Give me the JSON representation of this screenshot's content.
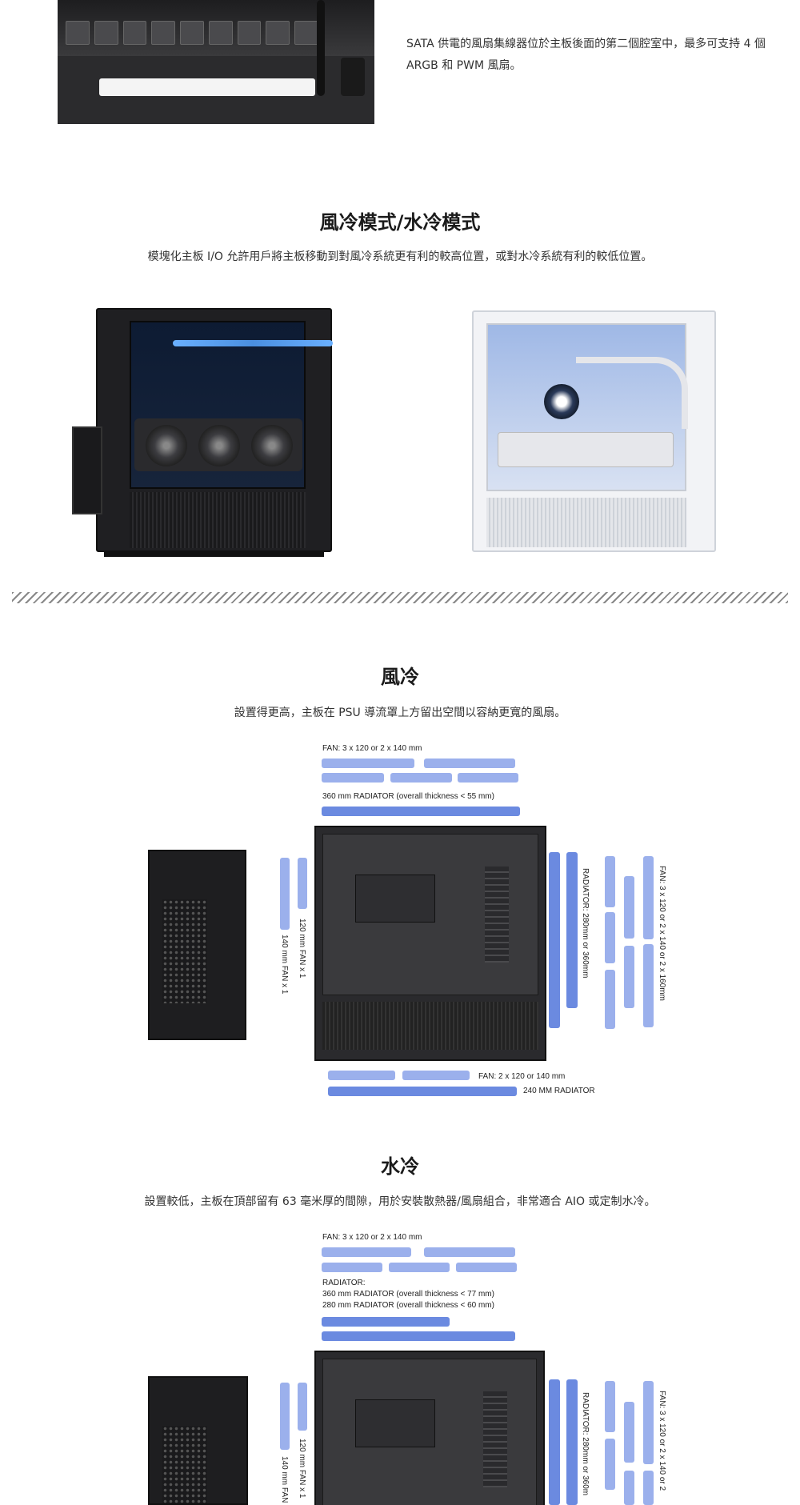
{
  "top": {
    "sata_text": "SATA 供電的風扇集線器位於主板後面的第二個腔室中，最多可支持 4 個 ARGB 和 PWM 風扇。"
  },
  "mode_section": {
    "title": "風冷模式/水冷模式",
    "subtitle": "模塊化主板 I/O 允許用戶將主板移動到對風冷系統更有利的較高位置，或對水冷系統有利的較低位置。"
  },
  "air_section": {
    "title": "風冷",
    "subtitle": "設置得更高，主板在 PSU 導流罩上方留出空間以容納更寬的風扇。",
    "labels": {
      "top_fan": "FAN: 3 x 120  or 2 x 140 mm",
      "top_radiator": "360 mm RADIATOR (overall thickness < 55 mm)",
      "rear_120": "120 mm FAN x 1",
      "rear_140": "140 mm FAN x 1",
      "side_radiator": "RADIATOR: 280mm or 360mm",
      "front_fan": "FAN: 3 x 120  or 2 x 140 or 2 x 160mm",
      "bottom_fan": "FAN: 2 x 120 or 140 mm",
      "bottom_radiator": "240 MM RADIATOR"
    }
  },
  "water_section": {
    "title": "水冷",
    "subtitle": "設置較低，主板在頂部留有 63 毫米厚的間隙，用於安裝散熱器/風扇組合，非常適合 AIO 或定制水冷。",
    "labels": {
      "top_fan": "FAN: 3 x 120  or 2 x 140 mm",
      "radiator_head": "RADIATOR:",
      "radiator_360": "360 mm RADIATOR (overall thickness < 77 mm)",
      "radiator_280": "280 mm RADIATOR (overall thickness < 60 mm)",
      "rear_120": "120 mm FAN x 1",
      "rear_140": "140 mm FAN",
      "side_radiator": "RADIATOR: 280mm or 360m",
      "front_fan": "FAN: 3 x 120  or 2 x 140 or 2"
    }
  },
  "colors": {
    "bar_light": "#9bb0ec",
    "bar_dark": "#6b8ae0"
  }
}
